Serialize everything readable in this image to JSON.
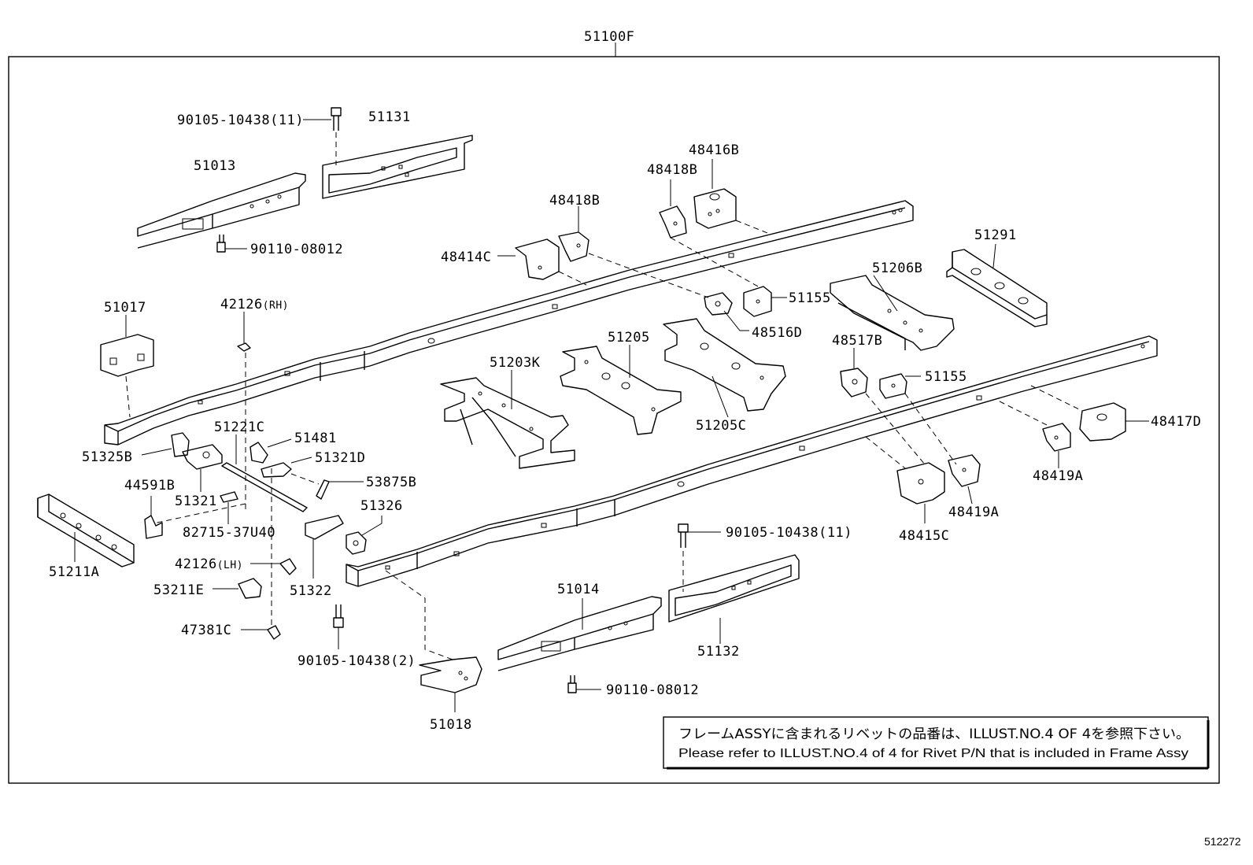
{
  "assembly_label": "51100F",
  "reference_number": "512272",
  "note": {
    "japanese": "フレームASSYに含まれるリベットの品番は、ILLUST.NO.4 OF 4を参照下さい。",
    "english": "Please refer to ILLUST.NO.4 of 4 for Rivet P/N that is included in Frame Assy"
  },
  "part_labels": {
    "p90105_10438_11_top": "90105-10438(11)",
    "p51131": "51131",
    "p51013": "51013",
    "p90110_08012_top": "90110-08012",
    "p48416B": "48416B",
    "p48418B_right": "48418B",
    "p48418B_left": "48418B",
    "p48414C": "48414C",
    "p51291": "51291",
    "p51206B": "51206B",
    "p51155_top": "51155",
    "p48516D": "48516D",
    "p51017": "51017",
    "p42126_rh": "42126",
    "p42126_rh_suffix": "(RH)",
    "p51205": "51205",
    "p51203K": "51203K",
    "p48517B": "48517B",
    "p51155_mid": "51155",
    "p51205C": "51205C",
    "p48417D": "48417D",
    "p51221C": "51221C",
    "p51481": "51481",
    "p51325B": "51325B",
    "p51321D": "51321D",
    "p44591B": "44591B",
    "p53875B": "53875B",
    "p51321": "51321",
    "p51326": "51326",
    "p48419A_right": "48419A",
    "p48419A_left": "48419A",
    "p82715_37U40": "82715-37U40",
    "p48415C": "48415C",
    "p90105_10438_11_bottom": "90105-10438(11)",
    "p51211A": "51211A",
    "p42126_lh": "42126",
    "p42126_lh_suffix": "(LH)",
    "p51322": "51322",
    "p53211E": "53211E",
    "p51014": "51014",
    "p47381C": "47381C",
    "p51132": "51132",
    "p90105_10438_2": "90105-10438(2)",
    "p90110_08012_bottom": "90110-08012",
    "p51018": "51018"
  }
}
